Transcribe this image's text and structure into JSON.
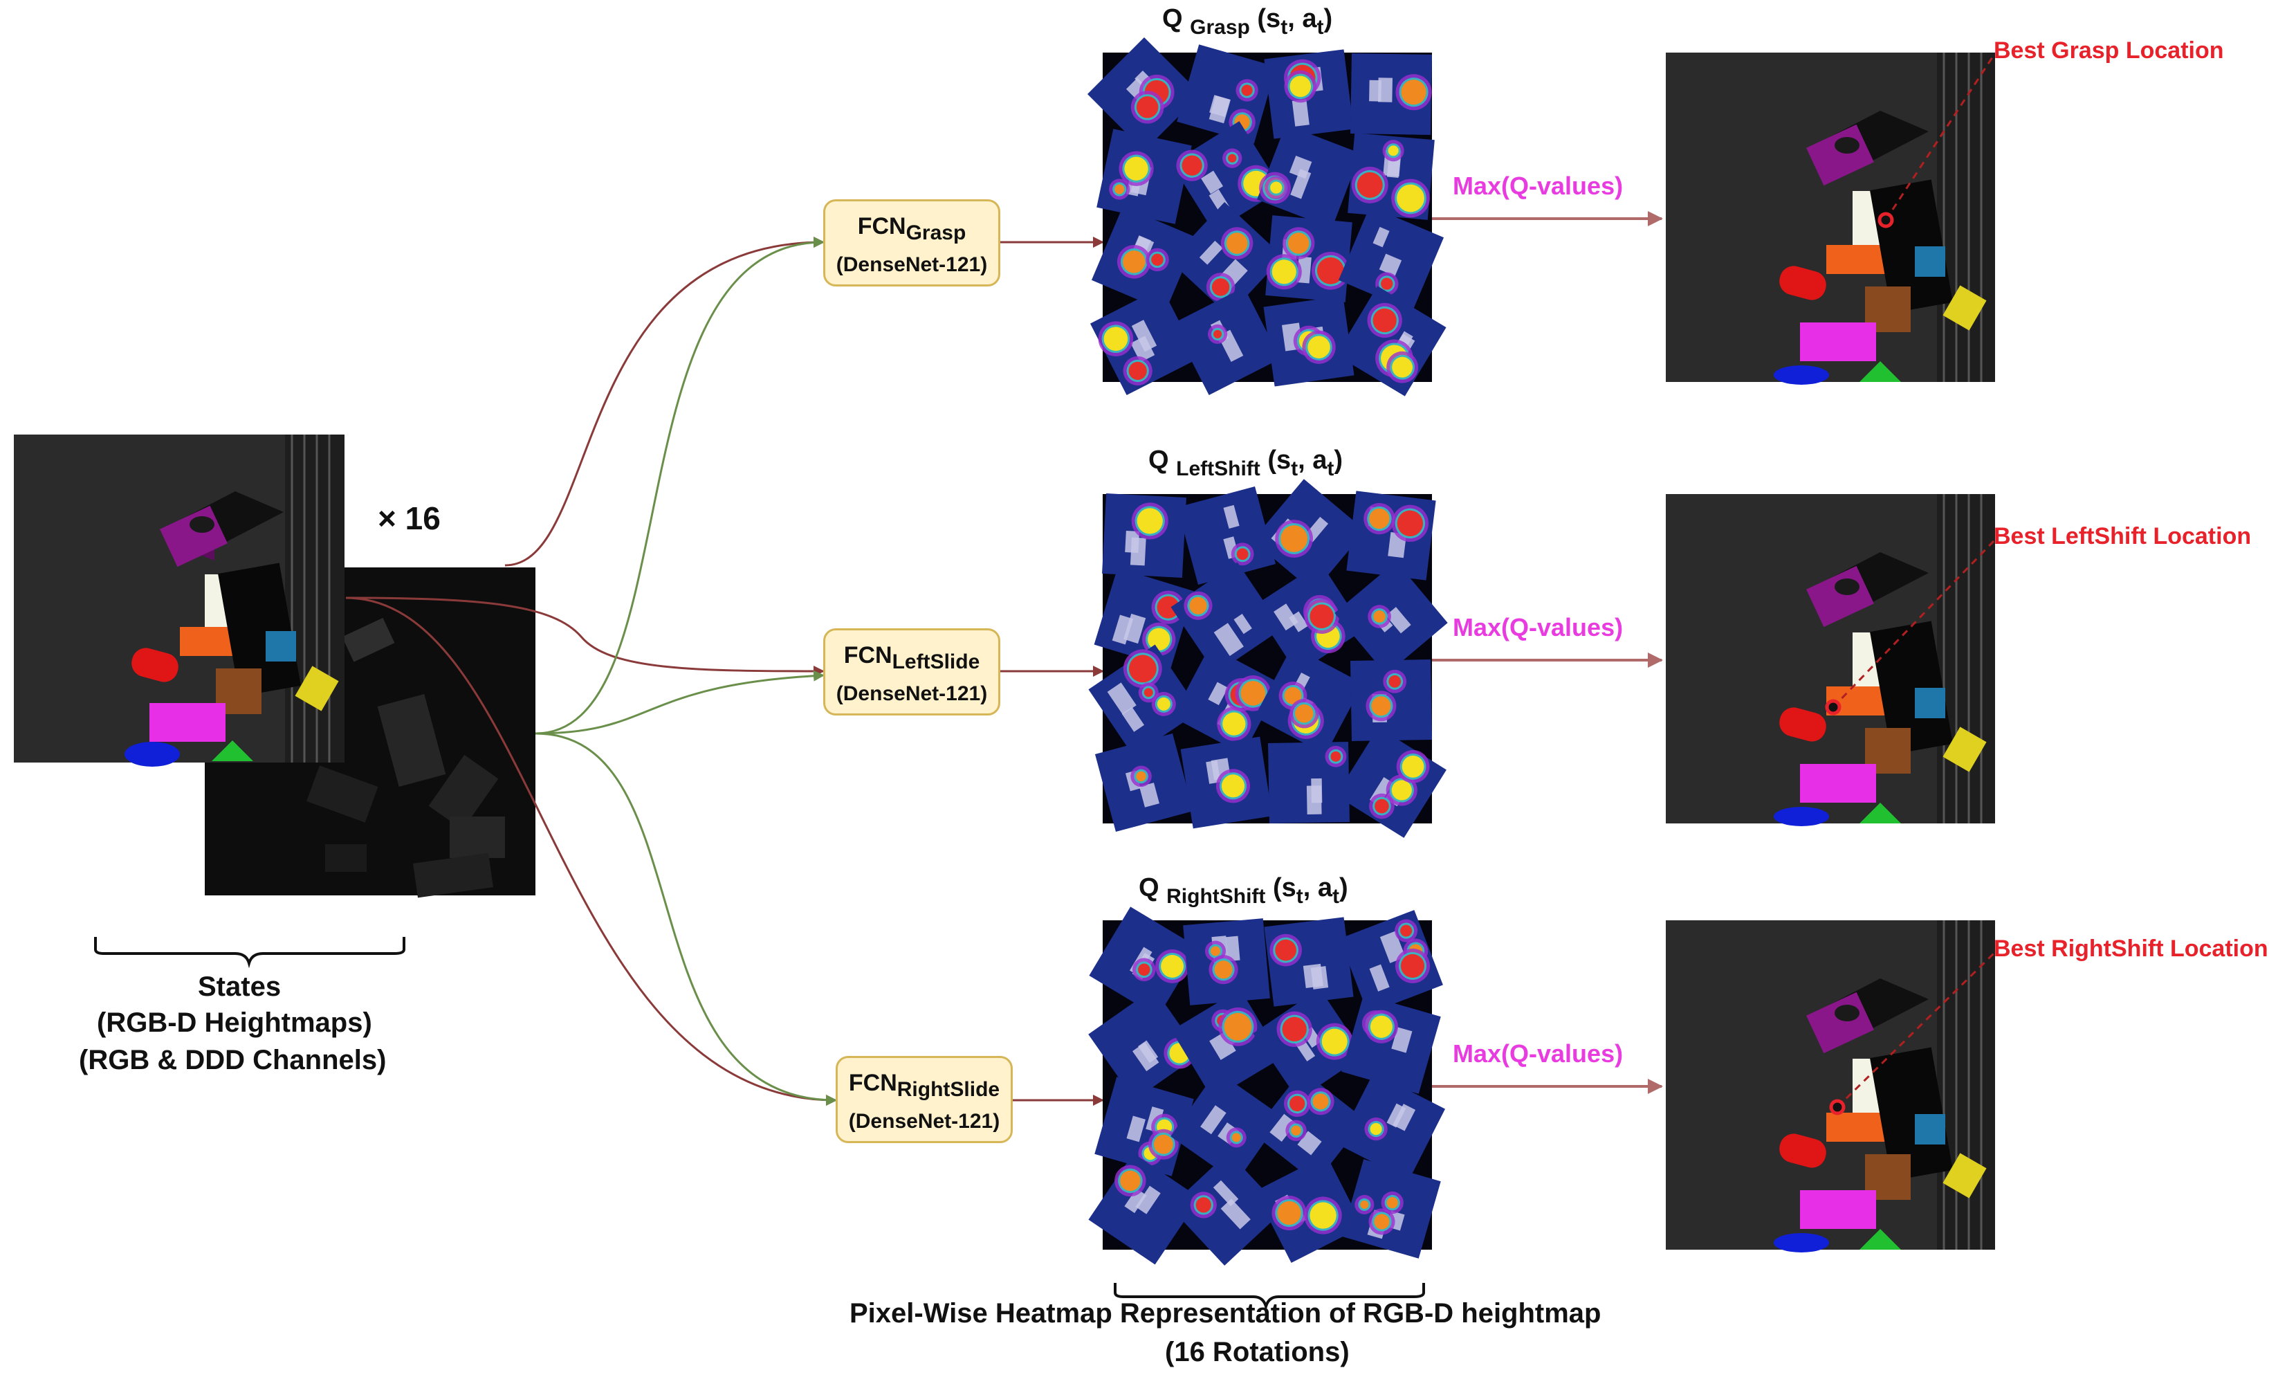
{
  "states": {
    "multiplier": "× 16",
    "caption_line1": "States",
    "caption_line2": "(RGB-D Heightmaps)",
    "caption_line3": "(RGB & DDD Channels)"
  },
  "networks": [
    {
      "fcn": "FCN",
      "sub": "Grasp",
      "backbone": "(DenseNet-121)"
    },
    {
      "fcn": "FCN",
      "sub": "LeftSlide",
      "backbone": "(DenseNet-121)"
    },
    {
      "fcn": "FCN",
      "sub": "RightSlide",
      "backbone": "(DenseNet-121)"
    }
  ],
  "qmaps": [
    {
      "q": "Q",
      "sub": "Grasp",
      "args_open": "(s",
      "args_s": "t",
      "args_mid": ", a",
      "args_a": "t",
      "args_close": ")"
    },
    {
      "q": "Q",
      "sub": "LeftShift",
      "args_open": "(s",
      "args_s": "t",
      "args_mid": ", a",
      "args_a": "t",
      "args_close": ")"
    },
    {
      "q": "Q",
      "sub": "RightShift",
      "args_open": "(s",
      "args_s": "t",
      "args_mid": ", a",
      "args_a": "t",
      "args_close": ")"
    }
  ],
  "max_label": "Max(Q-values)",
  "best_locations": [
    "Best Grasp Location",
    "Best LeftShift Location",
    "Best RightShift Location"
  ],
  "heatmap_caption": {
    "line1": "Pixel-Wise Heatmap Representation of RGB-D heightmap",
    "line2": "(16 Rotations)"
  },
  "colors": {
    "arrow_red": "#8b3a3a",
    "arrow_green": "#6a8f4a",
    "scene_bg": "#2b2b2b",
    "heatmap_bg": "#1c2f8a",
    "fcn_fill": "#fff2cc",
    "fcn_border": "#d6b656",
    "label_red": "#e8222a",
    "label_magenta": "#e83ce0"
  }
}
